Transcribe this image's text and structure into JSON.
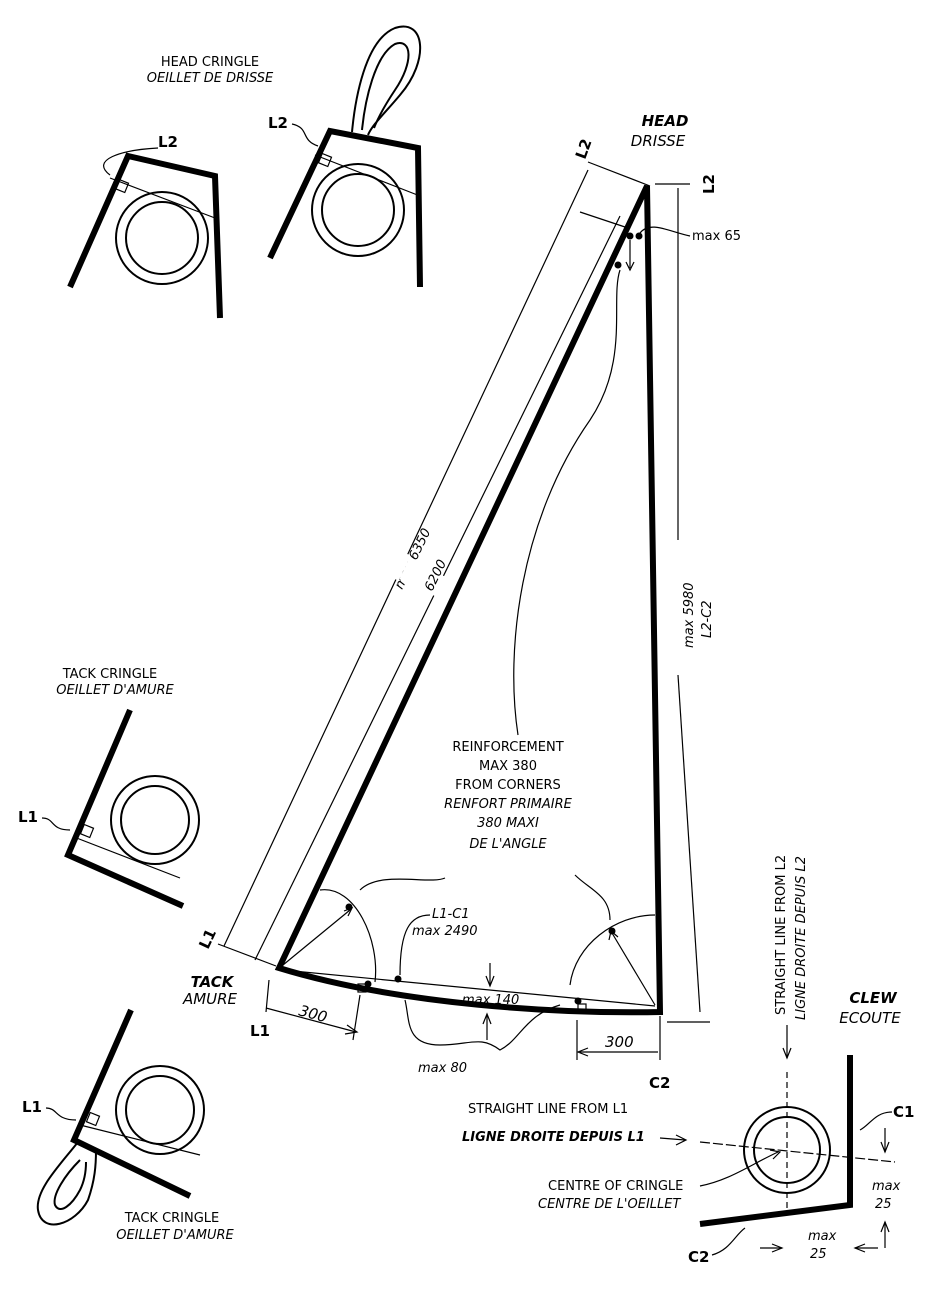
{
  "head_cringle": {
    "title": "HEAD CRINGLE",
    "subtitle": "OEILLET DE DRISSE",
    "l2_a": "L2",
    "l2_b": "L2"
  },
  "head": {
    "title": "HEAD",
    "subtitle": "DRISSE",
    "l2_top": "L2",
    "l2_right": "L2",
    "max65": "max 65"
  },
  "dims": {
    "max6350": "max 6350",
    "d6200": "6200",
    "max5980": "max 5980",
    "l2c2": "L2-C2",
    "l1c1": "L1-C1",
    "max2490": "max 2490",
    "max140": "max 140",
    "max80": "max 80",
    "d300_left": "300",
    "d300_right": "300"
  },
  "reinforcement": {
    "lines": [
      "REINFORCEMENT",
      "MAX 380",
      "FROM CORNERS",
      "RENFORT PRIMAIRE",
      "380 MAXI",
      "DE L'ANGLE"
    ]
  },
  "tack": {
    "title": "TACK",
    "subtitle": "AMURE",
    "l1_left": "L1",
    "l1_bottom": "L1"
  },
  "tack_cringle_1": {
    "title": "TACK CRINGLE",
    "subtitle": "OEILLET D'AMURE",
    "l1": "L1"
  },
  "tack_cringle_2": {
    "title": "TACK CRINGLE",
    "subtitle": "OEILLET D'AMURE",
    "l1": "L1"
  },
  "clew": {
    "title": "CLEW",
    "subtitle": "ECOUTE",
    "c2": "C2",
    "straight_l2_en": "STRAIGHT LINE FROM L2",
    "straight_l2_fr": "LIGNE DROITE DEPUIS L2",
    "straight_l1_en": "STRAIGHT LINE  FROM L1",
    "straight_l1_fr": "LIGNE DROITE DEPUIS L1",
    "centre_en": "CENTRE OF CRINGLE",
    "centre_fr": "CENTRE DE L'OEILLET",
    "c1": "C1",
    "c2_detail": "C2",
    "max_label_a": "max",
    "max_val_a": "25",
    "max_label_b": "max",
    "max_val_b": "25"
  }
}
